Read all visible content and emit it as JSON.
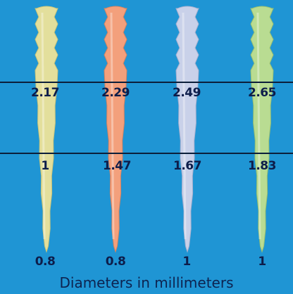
{
  "posts": [
    {
      "color": "#e3df9c",
      "shade": "#c9c57a",
      "upper_diameter": "2.17",
      "middle_diameter": "1",
      "tip_diameter": "0.8"
    },
    {
      "color": "#f3a07c",
      "shade": "#d9835f",
      "upper_diameter": "2.29",
      "middle_diameter": "1.47",
      "tip_diameter": "0.8"
    },
    {
      "color": "#c9d1e9",
      "shade": "#a7b0cf",
      "upper_diameter": "2.49",
      "middle_diameter": "1.67",
      "tip_diameter": "1"
    },
    {
      "color": "#b9dc92",
      "shade": "#98c071",
      "upper_diameter": "2.65",
      "middle_diameter": "1.83",
      "tip_diameter": "1"
    }
  ],
  "caption": "Diameters in millimeters",
  "colors": {
    "background": "#1f95d4",
    "rule": "#0c1f3a",
    "text": "#0d1d4a"
  }
}
